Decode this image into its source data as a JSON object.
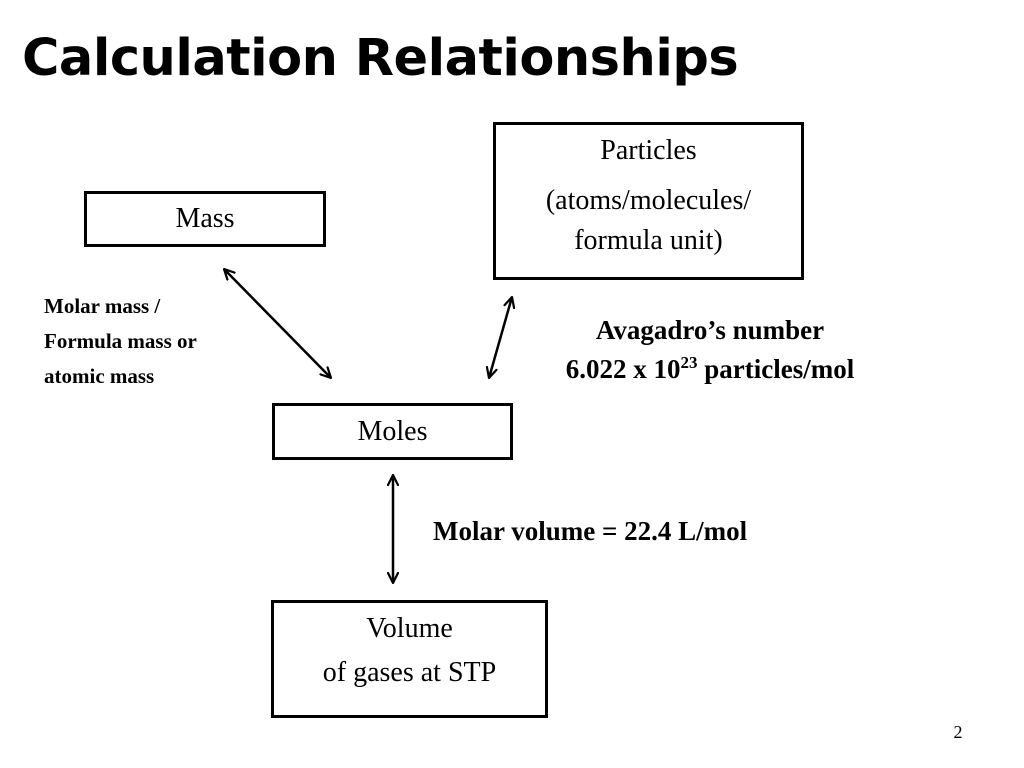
{
  "title": "Calculation Relationships",
  "nodes": {
    "mass": {
      "label": "Mass"
    },
    "particles": {
      "label": "Particles",
      "desc_line1": "(atoms/molecules/",
      "desc_line2": "formula unit)"
    },
    "moles": {
      "label": "Moles"
    },
    "volume": {
      "label": "Volume",
      "desc": "of gases at STP"
    }
  },
  "connections": {
    "mass_moles": {
      "line1": "Molar mass /",
      "line2": "Formula mass or",
      "line3": "atomic mass"
    },
    "moles_particles": {
      "line1": "Avagadro’s number",
      "line2_prefix": "6.022 x 10",
      "line2_exponent": "23",
      "line2_suffix": " particles/mol"
    },
    "moles_volume": {
      "label": "Molar volume = 22.4 L/mol"
    }
  },
  "page_number": "2"
}
